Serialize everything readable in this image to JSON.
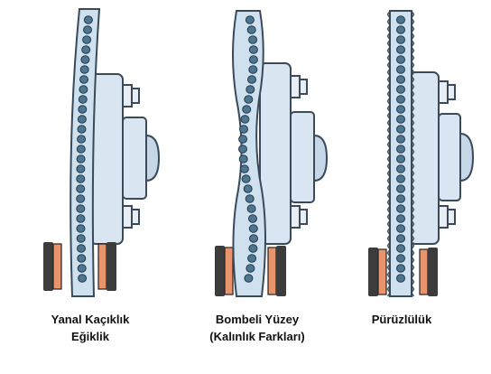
{
  "figure": {
    "colors": {
      "disc_fill": "#cfe0ef",
      "disc_stroke": "#3a4a5a",
      "ball_fill": "#4f7690",
      "hub_fill": "#d9e6f1",
      "pad_fill": "#e8946c",
      "caliper_fill": "#3c3c3c",
      "bolt_fill": "#e8eef4"
    },
    "captions": [
      {
        "line1": "Yanal Kaçıklık",
        "line2": "Eğiklik"
      },
      {
        "line1": "Bombeli Yüzey",
        "line2": "(Kalınlık Farkları)"
      },
      {
        "line1": "Pürüzlülük",
        "line2": ""
      }
    ]
  }
}
